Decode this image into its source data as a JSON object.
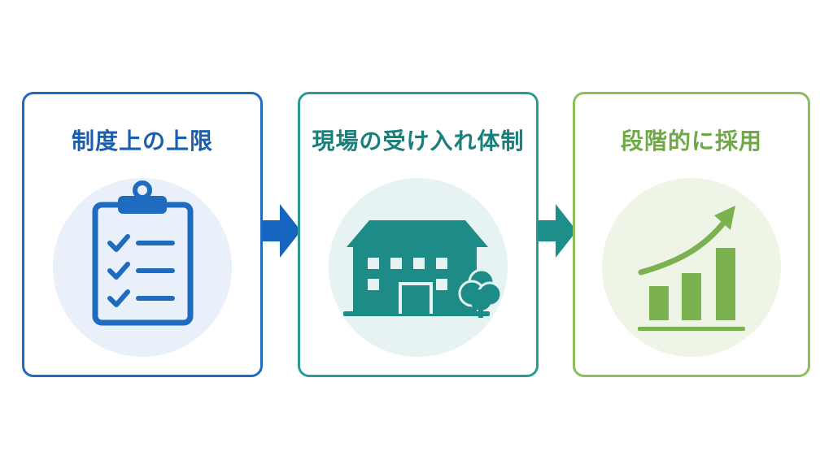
{
  "steps": [
    {
      "title": "制度上の上限",
      "icon": "clipboard-checklist-icon",
      "color": "#1f6bbf"
    },
    {
      "title": "現場の受け入れ体制",
      "icon": "building-with-tree-icon",
      "color": "#2a9a93"
    },
    {
      "title": "段階的に採用",
      "icon": "growth-bar-chart-icon",
      "color": "#8abf5b"
    }
  ],
  "arrows": [
    {
      "icon": "right-arrow-icon",
      "color": "#1565c0"
    },
    {
      "icon": "right-arrow-icon",
      "color": "#1e8e8a"
    }
  ]
}
